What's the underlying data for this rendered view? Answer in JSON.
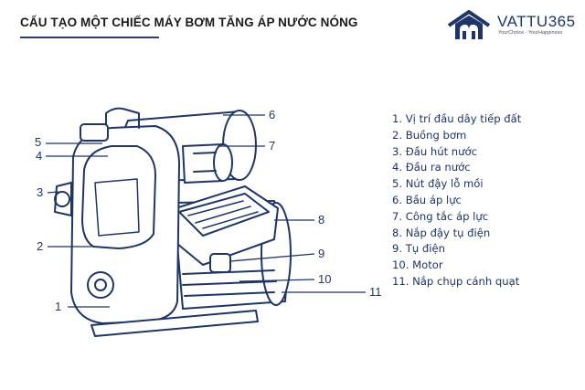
{
  "title": "CẤU TẠO MỘT CHIẾC MÁY BƠM TĂNG ÁP NƯỚC NÓNG",
  "logo": {
    "name": "VATTU365",
    "tagline": "YourChoice · YourHappiness",
    "color": "#1f3566"
  },
  "callouts": [
    "1",
    "2",
    "3",
    "4",
    "5",
    "6",
    "7",
    "8",
    "9",
    "10",
    "11"
  ],
  "legend": [
    "1. Vị trí đầu dây tiếp đất",
    "2. Buồng bơm",
    "3. Đầu hút nước",
    "4. Đầu ra nước",
    "5. Nút đậy lỗ mồi",
    "6. Bầu áp lực",
    "7. Công tắc áp lực",
    "8. Nắp đậy tụ điện",
    "9. Tụ điện",
    "10. Motor",
    "11. Nắp chụp cánh quạt"
  ],
  "colors": {
    "ink": "#1f3566",
    "title": "#1b1b1b"
  }
}
